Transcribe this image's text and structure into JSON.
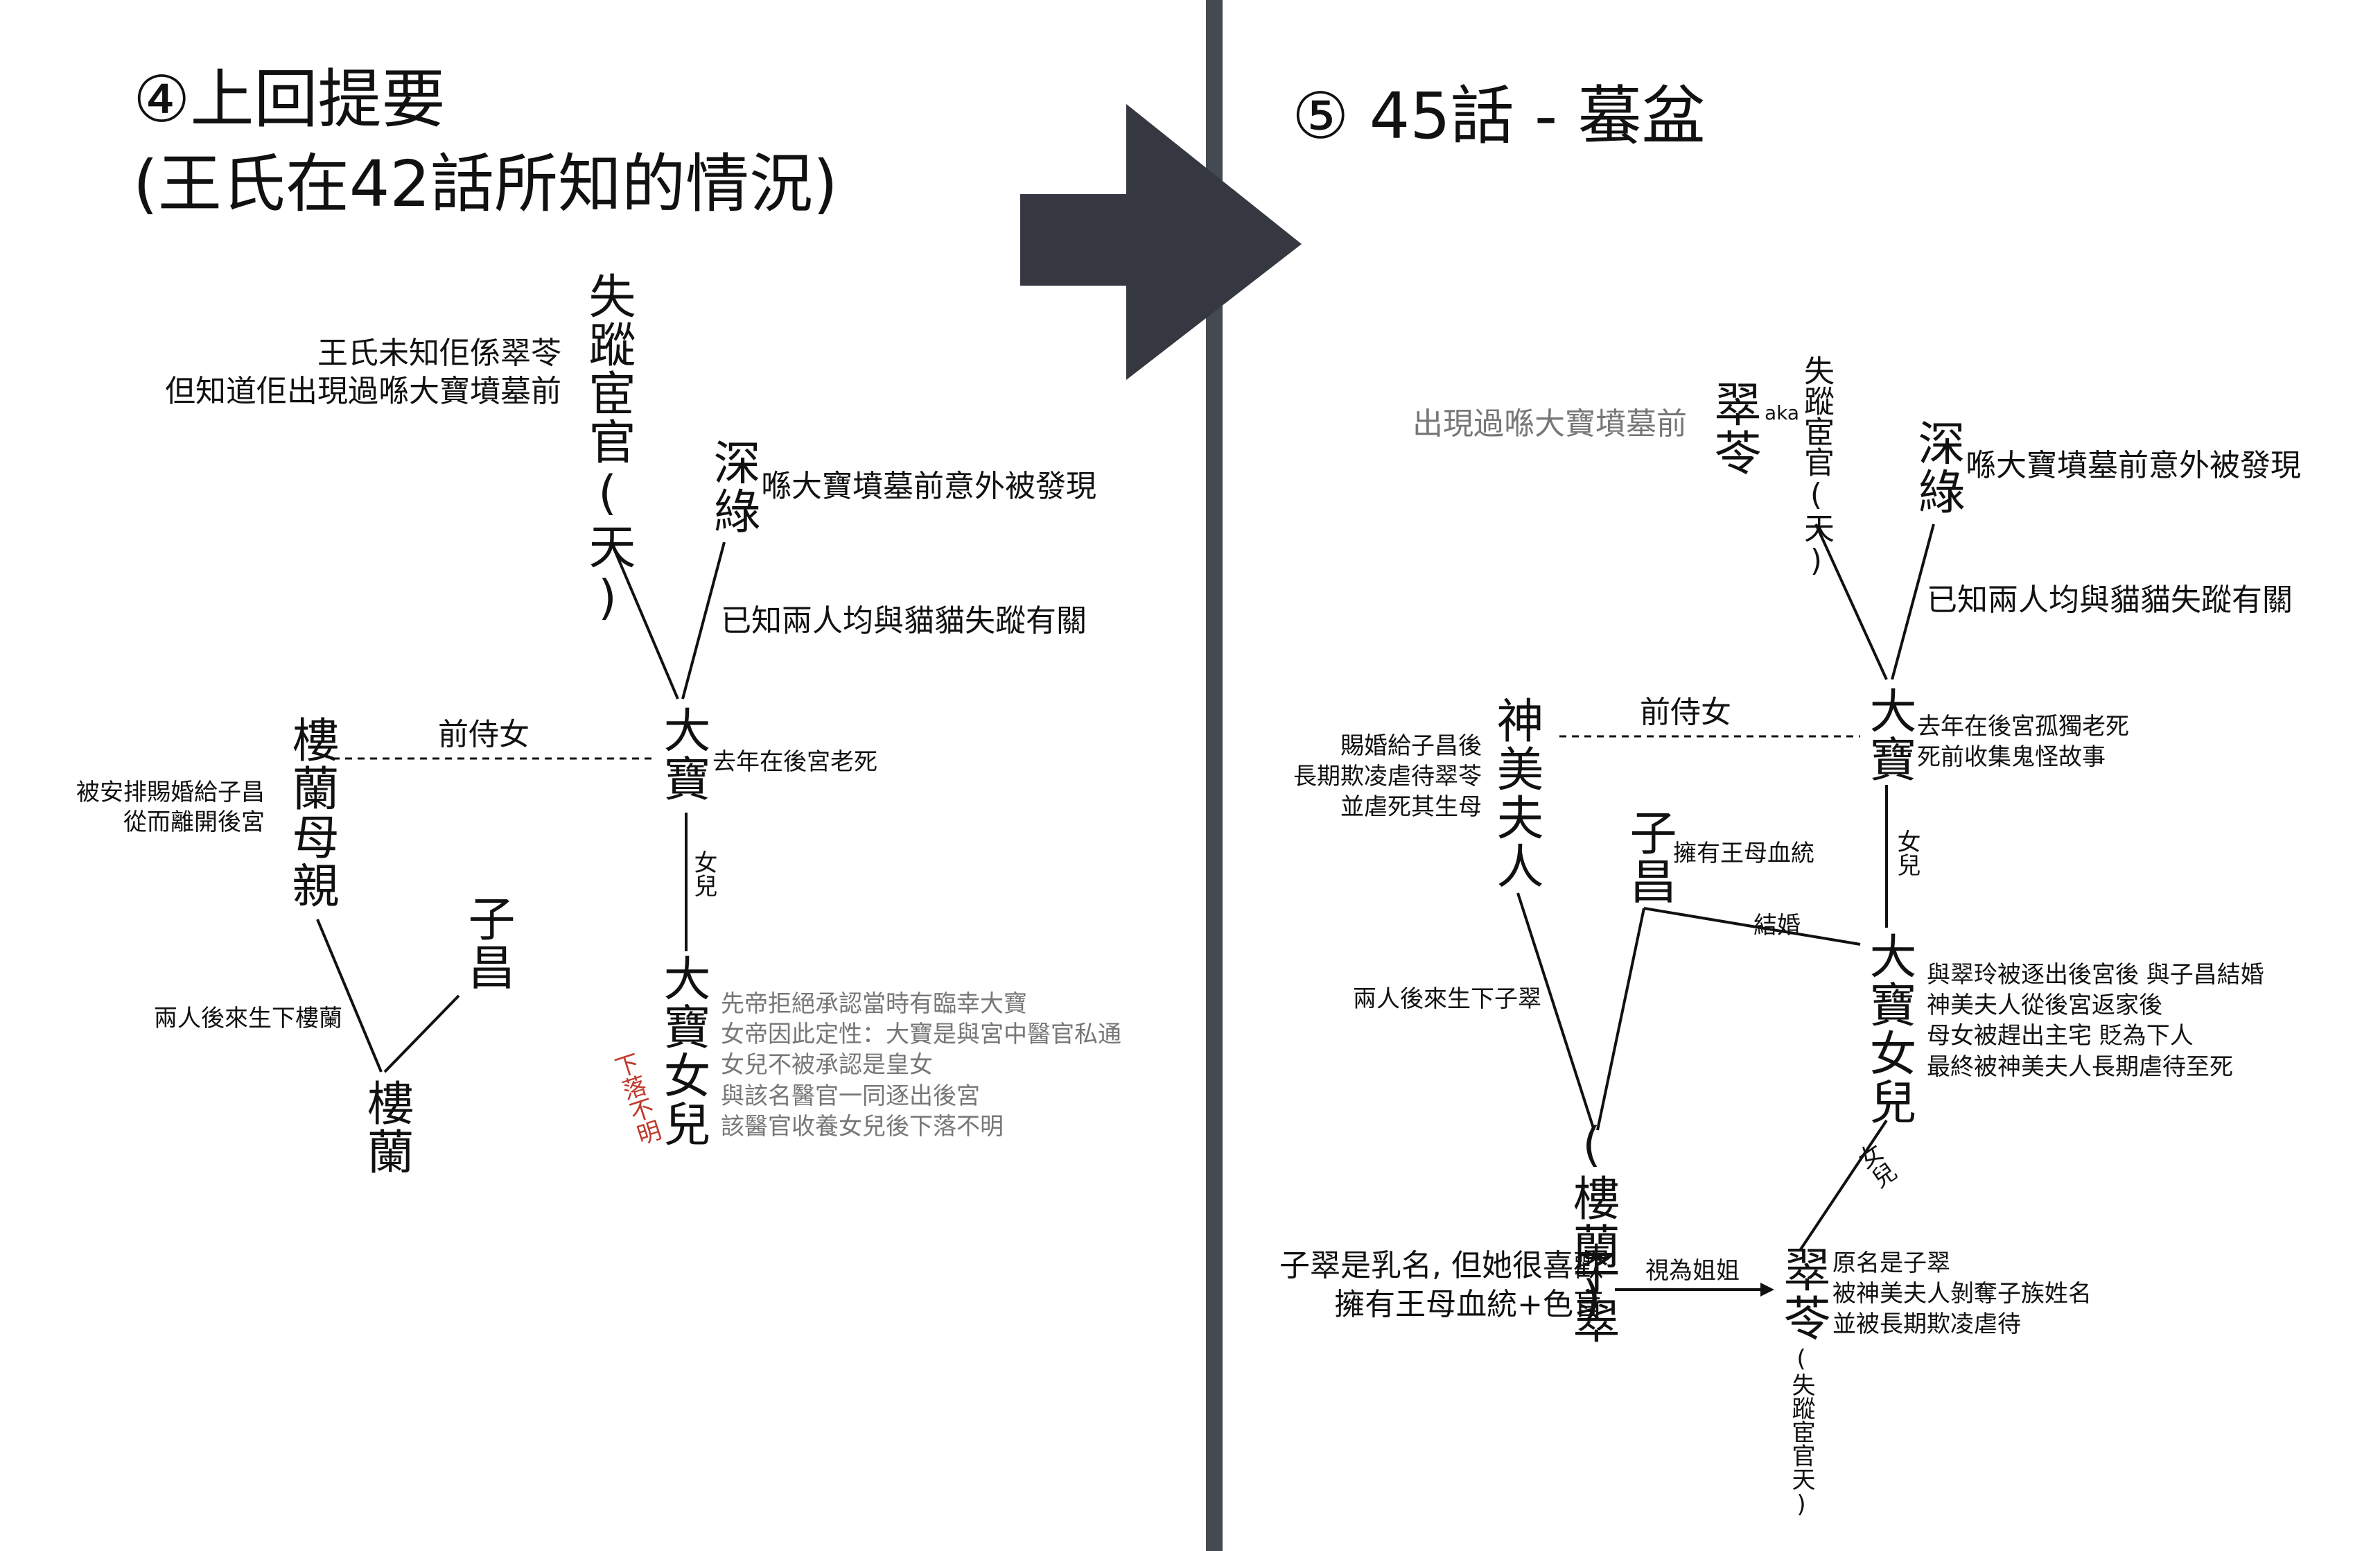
{
  "colors": {
    "line": "#111111",
    "divider": "#454a52",
    "arrow": "#353840",
    "gray_text": "#777777",
    "red_text": "#c0392b"
  },
  "left": {
    "title_line1": "④上回提要",
    "title_line2": "(王氏在42話所知的情況)",
    "nodes": {
      "missing_official": "失蹤宦官(天)",
      "shenlu": "深綠",
      "dabao": "大寶",
      "dabao_daughter": "大寶女兒",
      "loulan_mother": "樓蘭母親",
      "zichang": "子昌",
      "loulan": "樓蘭"
    },
    "notes": {
      "wang_note": "王氏未知佢係翠苓\n但知道佢出現過喺大寶墳墓前",
      "shenlu_note": "喺大寶墳墓前意外被發現",
      "both_note": "已知兩人均與貓貓失蹤有關",
      "maid_link": "前侍女",
      "dabao_note": "去年在後宮老死",
      "daughter_link": "女兒",
      "loulan_mother_note": "被安排賜婚給子昌\n從而離開後宮",
      "children_note": "兩人後來生下樓蘭",
      "daughter_note": "先帝拒絕承認當時有臨幸大寶\n女帝因此定性：大寶是與宮中醫官私通\n女兒不被承認是皇女\n與該名醫官一同逐出後宮\n該醫官收養女兒後下落不明",
      "whereabouts": "下落不明"
    }
  },
  "right": {
    "title": "⑤ 45話 - 蟇盆",
    "nodes": {
      "cuiling_top": "翠苓",
      "aka": "aka",
      "missing_official": "失蹤宦官(天)",
      "shenlu": "深綠",
      "dabao": "大寶",
      "shenmei": "神美夫人",
      "zichang": "子昌",
      "dabao_daughter": "大寶女兒",
      "loulan": "(樓蘭)",
      "zicui": "子翠",
      "cuiling_bottom": "翠苓",
      "cuiling_bottom_sub": "(失蹤宦官天)"
    },
    "notes": {
      "appeared_note": "出現過喺大寶墳墓前",
      "shenlu_note": "喺大寶墳墓前意外被發現",
      "both_note": "已知兩人均與貓貓失蹤有關",
      "maid_link": "前侍女",
      "dabao_note": "去年在後宮孤獨老死\n死前收集鬼怪故事",
      "shenmei_note": "賜婚給子昌後\n長期欺凌虐待翠苓\n並虐死其生母",
      "zichang_note": "擁有王母血統",
      "marriage_link": "結婚",
      "daughter_link": "女兒",
      "daughter_note": "與翠玲被逐出後宮後 與子昌結婚\n神美夫人從後宮返家後\n母女被趕出主宅 貶為下人\n最終被神美夫人長期虐待至死",
      "children_note": "兩人後來生下子翠",
      "zicui_note": "子翠是乳名, 但她很喜歡\n擁有王母血統+色盲",
      "sister_link": "視為姐姐",
      "daughter_link2": "女兒",
      "cuiling_note": "原名是子翠\n被神美夫人剝奪子族姓名\n並被長期欺凌虐待"
    }
  }
}
